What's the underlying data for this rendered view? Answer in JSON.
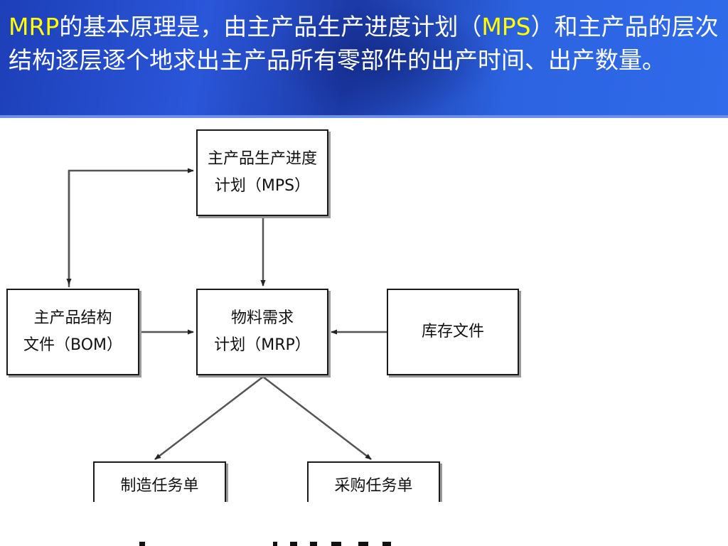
{
  "banner": {
    "seg1_hl": "MRP",
    "seg2": "的基本原理是，由主产品生产进度计划（",
    "seg3_hl": "MPS",
    "seg4": "）和主产品的层次结构逐层逐个地求出主产品所有零部件的出产时间、出产数量。",
    "colors": {
      "text": "#ffffff",
      "highlight": "#ffff00",
      "background": "#2a56d9"
    }
  },
  "diagram": {
    "nodes": {
      "mps": {
        "line1": "主产品生产进度",
        "line2": "计划（MPS）"
      },
      "bom": {
        "line1": "主产品结构",
        "line2": "文件（BOM）"
      },
      "mrp": {
        "line1": "物料需求",
        "line2": "计划（MRP）"
      },
      "inventory": {
        "line1": "库存文件"
      },
      "manufacturing": {
        "line1": "制造任务单"
      },
      "purchasing": {
        "line1": "采购任务单"
      }
    }
  }
}
